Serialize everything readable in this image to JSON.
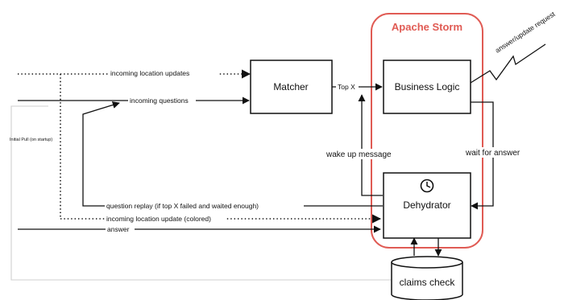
{
  "container": {
    "label": "Apache Storm",
    "color": "#e05b54"
  },
  "nodes": {
    "matcher": "Matcher",
    "business_logic": "Business Logic",
    "dehydrator": "Dehydrator",
    "claims_check": "claims check"
  },
  "edges": {
    "incoming_location_updates": "incoming location updates",
    "incoming_questions": "incoming questions",
    "top_x": "Top X",
    "answer_update_request": "answer/update request",
    "wake_up_message": "wake up message",
    "wait_for_answer": "wait for answer",
    "question_replay": "question replay (if top X failed and waited enough)",
    "incoming_location_update_colored": "incoming location update (colored)",
    "answer": "answer",
    "initial_pull": "Initial Pull (on startup)"
  },
  "icons": {
    "clock": "clock-icon"
  }
}
